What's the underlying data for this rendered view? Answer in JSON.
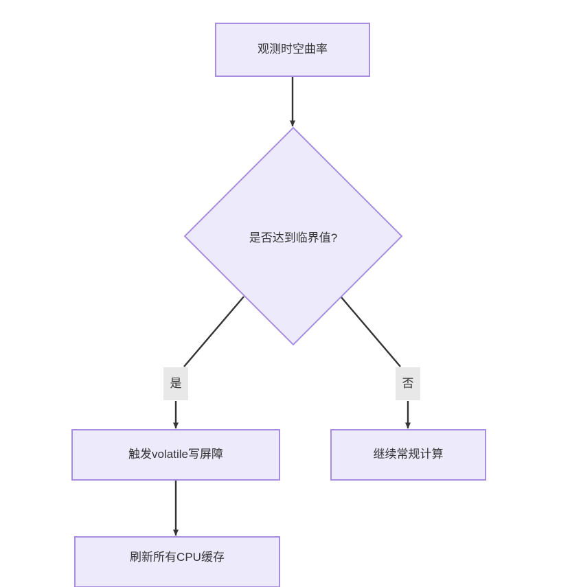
{
  "diagram": {
    "type": "flowchart",
    "direction": "top-down",
    "theme": {
      "node_fill": "#ECEAFB",
      "node_stroke": "#A88CE0",
      "edge_stroke": "#333333",
      "edge_label_fill": "#E8E8E8",
      "text_color": "#333333",
      "background": "#FFFFFF"
    },
    "nodes": [
      {
        "id": "observe",
        "shape": "rect",
        "label": "观测时空曲率"
      },
      {
        "id": "decision",
        "shape": "diamond",
        "label": "是否达到临界值?"
      },
      {
        "id": "barrier",
        "shape": "rect",
        "label": "触发volatile写屏障"
      },
      {
        "id": "normal",
        "shape": "rect",
        "label": "继续常规计算"
      },
      {
        "id": "flush",
        "shape": "rect",
        "label": "刷新所有CPU缓存"
      }
    ],
    "edges": [
      {
        "from": "observe",
        "to": "decision",
        "label": ""
      },
      {
        "from": "decision",
        "to": "barrier",
        "label": "是"
      },
      {
        "from": "decision",
        "to": "normal",
        "label": "否"
      },
      {
        "from": "barrier",
        "to": "flush",
        "label": ""
      }
    ]
  }
}
